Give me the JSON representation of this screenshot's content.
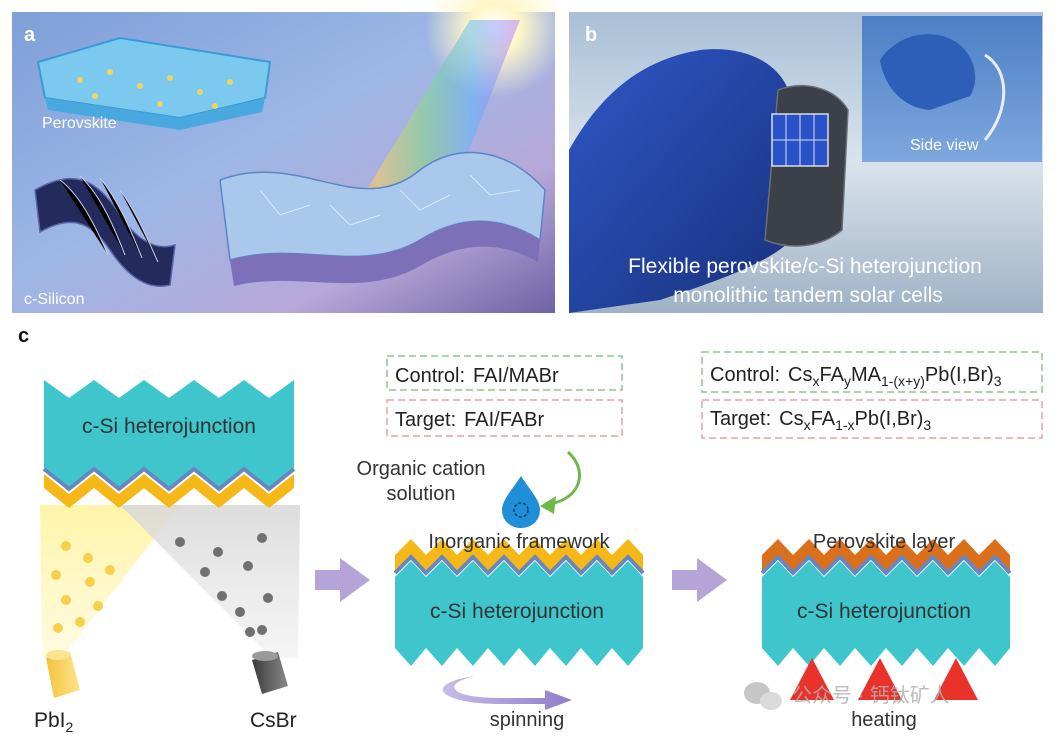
{
  "panel_a": {
    "letter": "a",
    "label_top": "Perovskite",
    "label_bottom": "c-Silicon"
  },
  "panel_b": {
    "letter": "b",
    "inset_label": "Side view",
    "caption_line1": "Flexible perovskite/c-Si heterojunction",
    "caption_line2": "monolithic tandem solar cells"
  },
  "panel_c": {
    "letter": "c",
    "left": {
      "cell_label": "c-Si heterojunction",
      "source_left": "PbI",
      "source_left_sub": "2",
      "source_right": "CsBr"
    },
    "middle": {
      "control_prefix": "Control:",
      "control_value": "FAI/MABr",
      "target_prefix": "Target:",
      "target_value": "FAI/FABr",
      "solution_line1": "Organic cation",
      "solution_line2": "solution",
      "layer_label": "Inorganic framework",
      "cell_label": "c-Si heterojunction",
      "process_label": "spinning"
    },
    "right": {
      "control_prefix": "Control:",
      "control_formula": [
        {
          "t": "Cs",
          "s": "n"
        },
        {
          "t": "x",
          "s": "sub"
        },
        {
          "t": "FA",
          "s": "n"
        },
        {
          "t": "y",
          "s": "sub"
        },
        {
          "t": "MA",
          "s": "n"
        },
        {
          "t": "1-(x+y)",
          "s": "sub"
        },
        {
          "t": "Pb(I,Br)",
          "s": "n"
        },
        {
          "t": "3",
          "s": "sub"
        }
      ],
      "target_prefix": "Target:",
      "target_formula": [
        {
          "t": "Cs",
          "s": "n"
        },
        {
          "t": "x",
          "s": "sub"
        },
        {
          "t": "FA",
          "s": "n"
        },
        {
          "t": "1-x",
          "s": "sub"
        },
        {
          "t": "Pb(I,Br)",
          "s": "n"
        },
        {
          "t": "3",
          "s": "sub"
        }
      ],
      "layer_label": "Perovskite layer",
      "cell_label": "c-Si heterojunction",
      "process_label": "heating"
    },
    "watermark": "公众号 · 钙钛矿人"
  },
  "colors": {
    "cell_teal": "#3ec6cc",
    "inorganic_yellow": "#f6b816",
    "perovskite_orange": "#dc6f1a",
    "thin_blue": "#6a86bf",
    "control_box_green": "#8cc68c",
    "target_box_red": "#e8a0a0",
    "arrow_lavender": "#b4a4d8",
    "heat_red": "#e8322a",
    "drop_blue": "#1f8fd8",
    "curve_green": "#6fb84a"
  }
}
